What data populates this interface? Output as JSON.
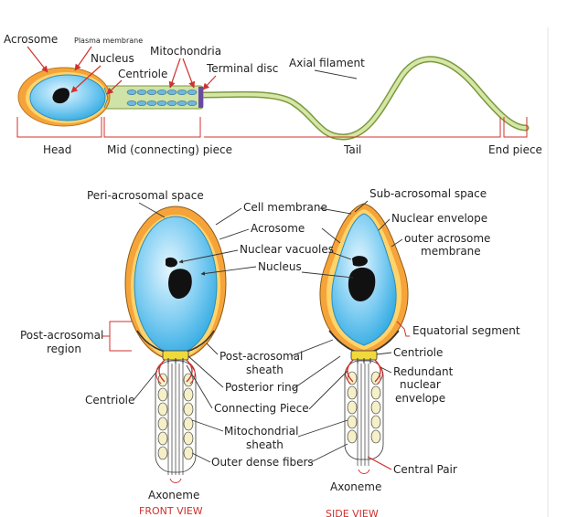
{
  "top_diagram": {
    "labels": {
      "acrosome": "Acrosome",
      "plasma_membrane": "Plasma membrane",
      "nucleus": "Nucleus",
      "centriole": "Centriole",
      "mitochondria": "Mitochondria",
      "terminal_disc": "Terminal disc",
      "axial_filament": "Axial filament"
    },
    "segments": {
      "head": "Head",
      "mid_piece": "Mid (connecting) piece",
      "tail": "Tail",
      "end_piece": "End piece"
    }
  },
  "front_view": {
    "caption": "FRONT VIEW",
    "labels": {
      "peri_acrosomal_space": "Peri-acrosomal space",
      "cell_membrane": "Cell membrane",
      "acrosome": "Acrosome",
      "nuclear_vacuoles": "Nuclear vacuoles",
      "nucleus": "Nucleus",
      "post_acrosomal_region_1": "Post-acrosomal",
      "post_acrosomal_region_2": "region",
      "post_acrosomal_sheath_1": "Post-acrosomal",
      "post_acrosomal_sheath_2": "sheath",
      "posterior_ring": "Posterior ring",
      "connecting_piece": "Connecting Piece",
      "centriole": "Centriole",
      "mitochondrial_sheath_1": "Mitochondrial",
      "mitochondrial_sheath_2": "sheath",
      "outer_dense_fibers": "Outer dense fibers",
      "axoneme": "Axoneme"
    }
  },
  "side_view": {
    "caption": "SIDE VIEW",
    "labels": {
      "sub_acrosomal_space": "Sub-acrosomal space",
      "nuclear_envelope": "Nuclear envelope",
      "outer_acrosome_membrane_1": "outer acrosome",
      "outer_acrosome_membrane_2": "membrane",
      "equatorial_segment": "Equatorial segment",
      "centriole": "Centriole",
      "redundant_nuclear_envelope_1": "Redundant",
      "redundant_nuclear_envelope_2": "nuclear",
      "redundant_nuclear_envelope_3": "envelope",
      "central_pair": "Central Pair",
      "axoneme": "Axoneme"
    }
  },
  "colors": {
    "nucleus_fill": "#39b4e8",
    "acrosome_fill": "#f6a43a",
    "acrosome_inner": "#ffd46b",
    "nucleus_dark": "#111111",
    "tail_fill": "#c9dc9a",
    "tail_stroke": "#7a9b3c",
    "pointer_red": "#d0312d",
    "caption_red": "#d0312d"
  }
}
